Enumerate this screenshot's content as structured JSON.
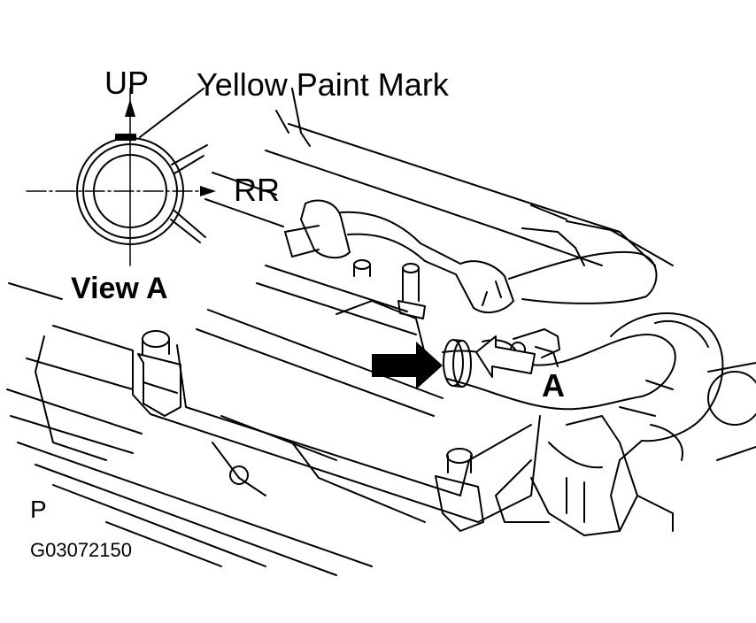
{
  "labels": {
    "up": "UP",
    "yellow_paint_mark": "Yellow Paint Mark",
    "rr": "RR",
    "view_a": "View A",
    "callout_a": "A",
    "p": "P",
    "figure_code": "G03072150"
  },
  "colors": {
    "ink": "#000000",
    "paper": "#ffffff"
  }
}
